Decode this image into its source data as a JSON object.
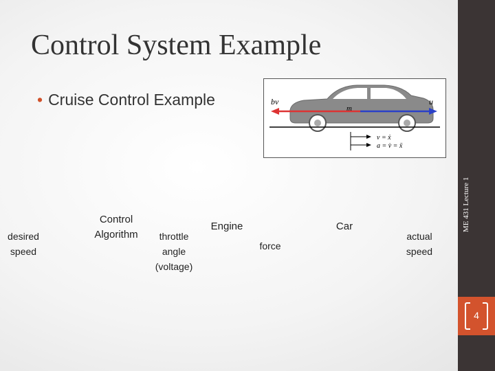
{
  "slide": {
    "title": "Control System Example",
    "bullet": "Cruise Control Example",
    "side_label": "ME 431 Lecture 1",
    "page_number": "4"
  },
  "figure": {
    "force_left": "bv",
    "force_right": "u",
    "mass": "m",
    "eq1": "v = ẋ",
    "eq2": "a = v̇ = ẍ"
  },
  "diagram": {
    "input": [
      "desired",
      "speed"
    ],
    "control_algorithm": [
      "Control",
      "Algorithm"
    ],
    "signal1": [
      "throttle",
      "angle",
      "(voltage)"
    ],
    "engine": "Engine",
    "signal2": "force",
    "car": "Car",
    "output": [
      "actual",
      "speed"
    ]
  },
  "colors": {
    "accent": "#d3532d",
    "sidebar": "#3b3434",
    "arrow_left": "#d33",
    "arrow_right": "#2a40c8",
    "car_body": "#8a8a8a"
  }
}
